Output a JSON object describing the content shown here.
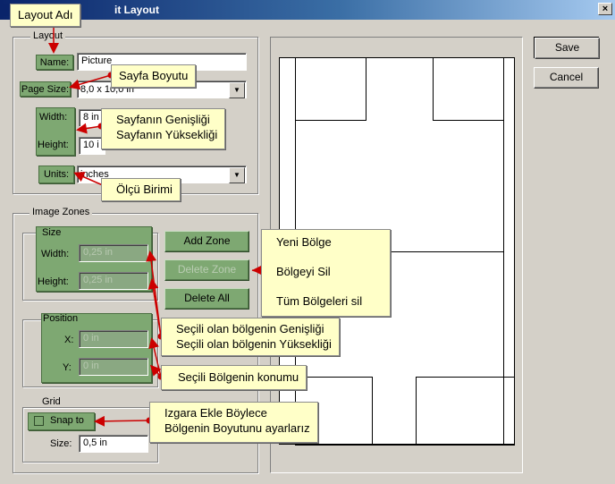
{
  "window": {
    "title": "it Layout"
  },
  "layout_group": {
    "label": "Layout",
    "name_label": "Name:",
    "name_value": "Picture",
    "page_size_label": "Page Size:",
    "page_size_value": "8,0 x 10,0 in",
    "width_label": "Width:",
    "width_value": "8 in",
    "height_label": "Height:",
    "height_value": "10 i",
    "units_label": "Units:",
    "units_value": "inches"
  },
  "image_zones": {
    "label": "Image Zones",
    "size_label": "Size",
    "size_width_label": "Width:",
    "size_width_value": "0,25 in",
    "size_height_label": "Height:",
    "size_height_value": "0,25 in",
    "position_label": "Position",
    "x_label": "X:",
    "x_value": "0 in",
    "y_label": "Y:",
    "y_value": "0 in",
    "add_zone": "Add Zone",
    "delete_zone": "Delete Zone",
    "delete_all": "Delete All"
  },
  "grid": {
    "label": "Grid",
    "snap_label": "Snap to",
    "size_label": "Size:",
    "size_value": "0,5 in"
  },
  "buttons": {
    "save": "Save",
    "cancel": "Cancel"
  },
  "callouts": {
    "layout_adi": "Layout Adı",
    "sayfa_boyutu": "Sayfa Boyutu",
    "sayfa_genisligi": "Sayfanın Genişliği",
    "sayfa_yuksekligi": "Sayfanın Yüksekliği",
    "olcu_birimi": "Ölçü Birimi",
    "yeni_bolge": "Yeni Bölge",
    "bolgeyi_sil": "Bölgeyi Sil",
    "tum_bolgeleri_sil": "Tüm Bölgeleri sil",
    "secili_genislik": "Seçili olan bölgenin Genişliği",
    "secili_yukseklik": "Seçili olan bölgenin Yüksekliği",
    "secili_konum": "Seçili Bölgenin konumu",
    "izgara_1": "Izgara Ekle Böylece",
    "izgara_2": "Bölgenin Boyutunu ayarlarız"
  },
  "colors": {
    "accent_red": "#cc0000",
    "highlight_green": "#7ea872",
    "callout_bg": "#ffffc8"
  }
}
